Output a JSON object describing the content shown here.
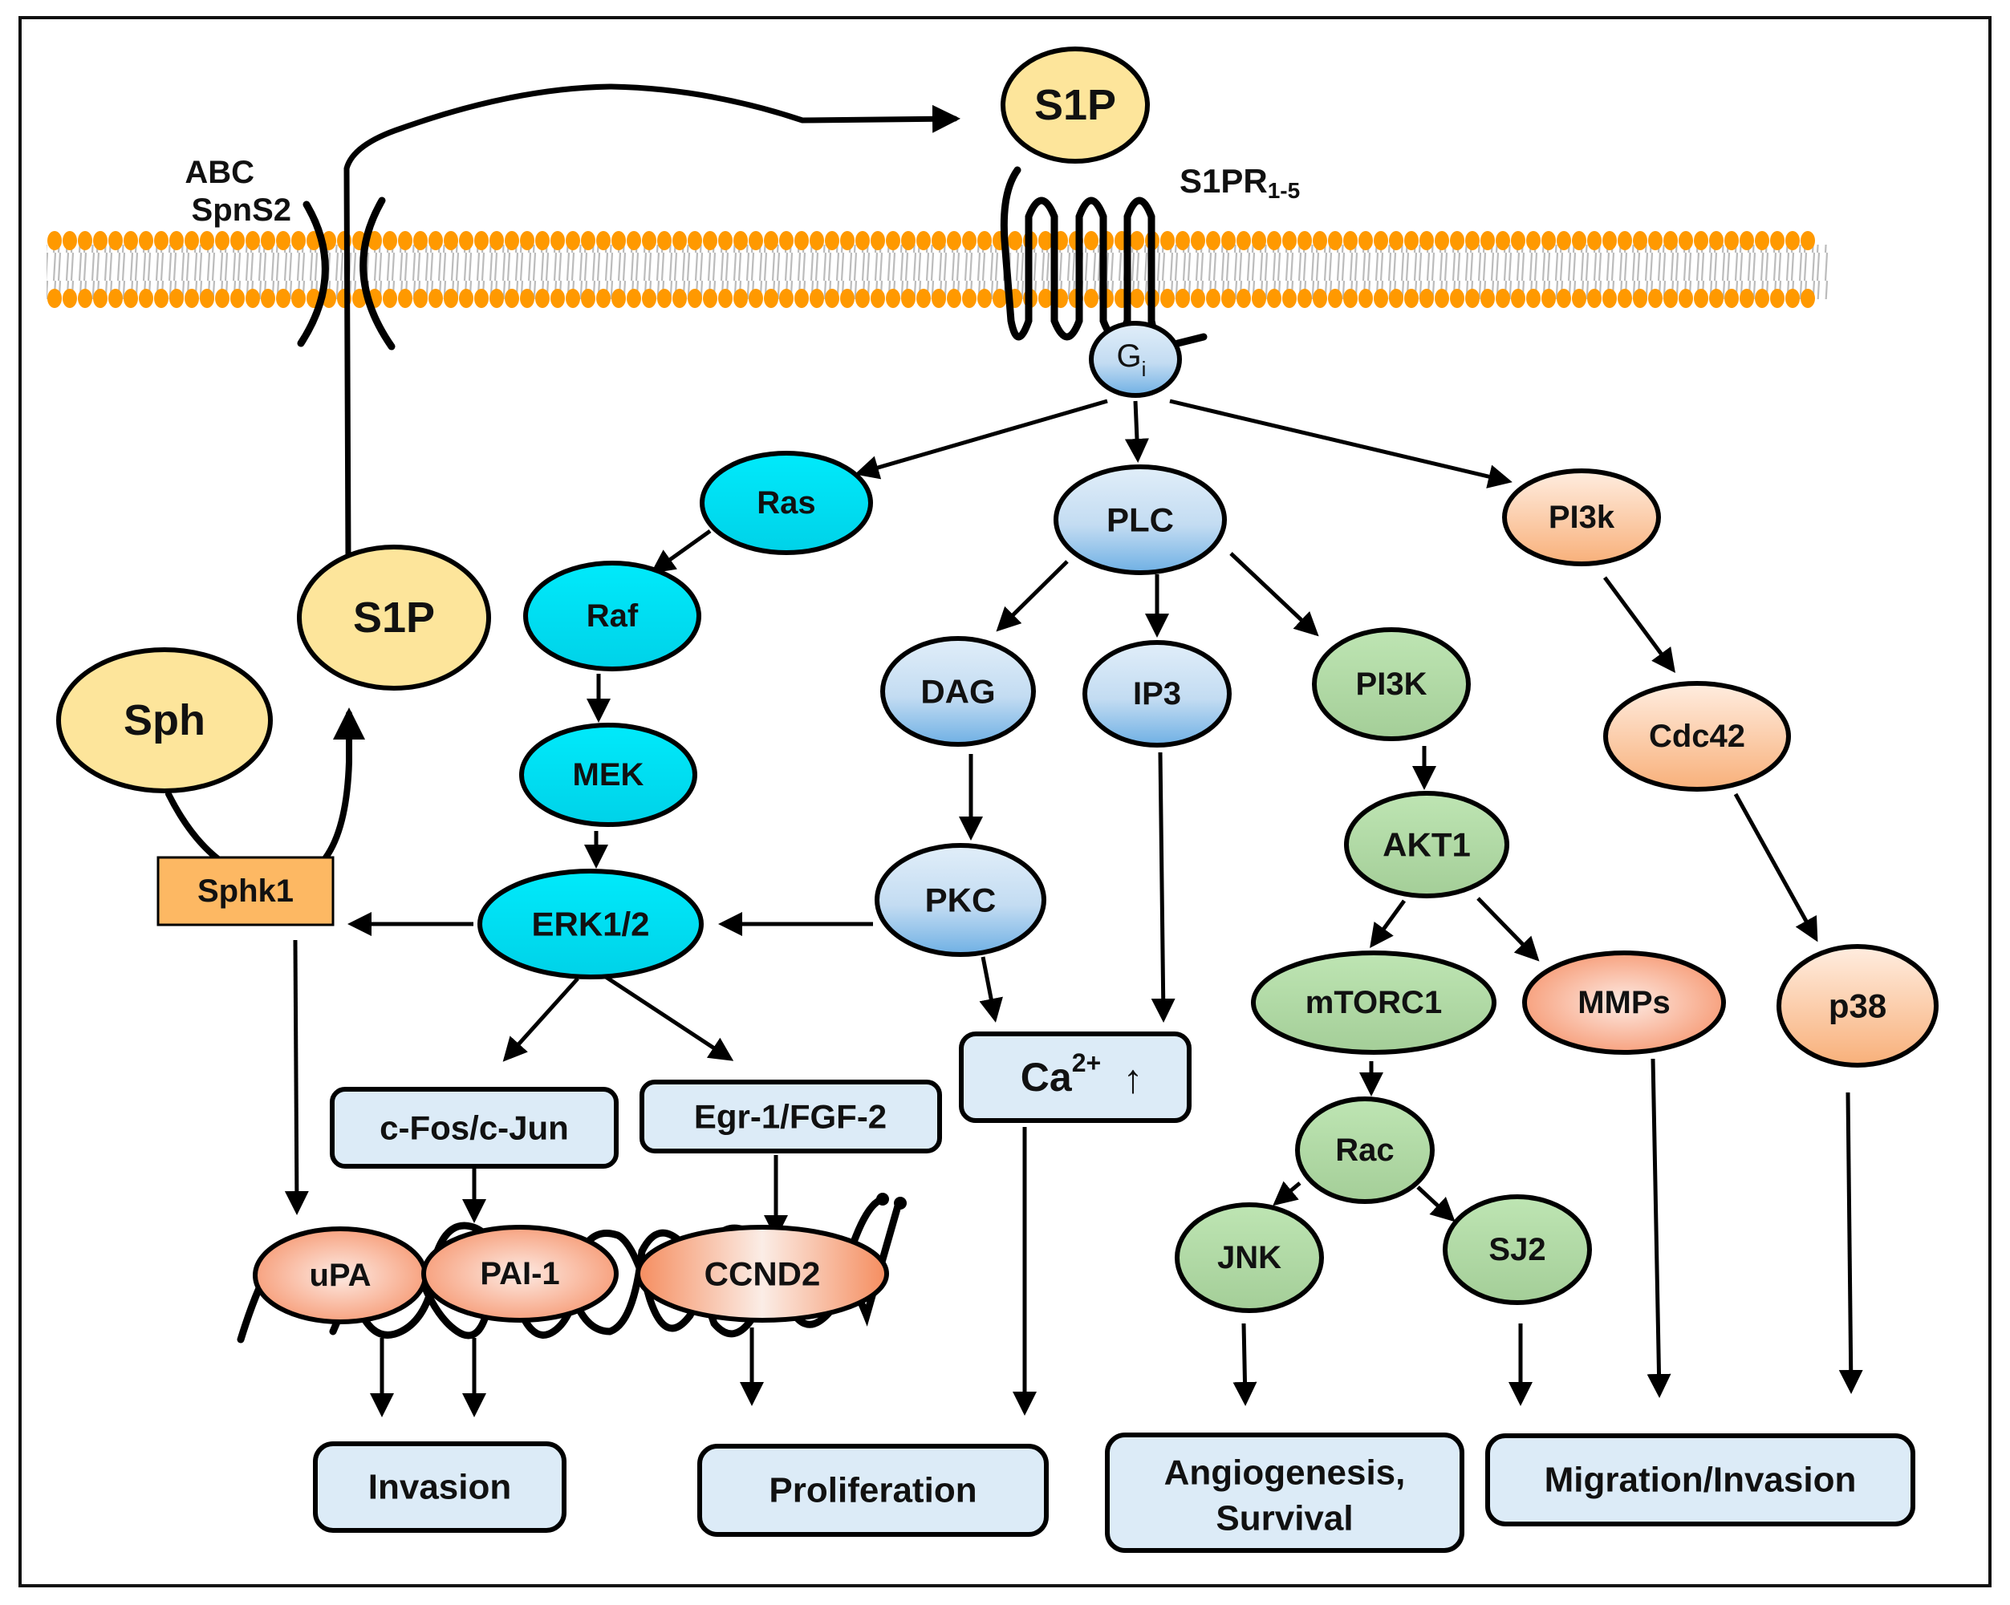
{
  "figure": {
    "type": "signaling-pathway-diagram",
    "membrane": {
      "head_color": "#FF9900",
      "tail_color": "#bdbdbd"
    },
    "transporter_label_line1": "ABC",
    "transporter_label_line2": "SpnS2",
    "receptor_label": "S1PR",
    "receptor_subscript": "1-5"
  },
  "colors": {
    "yellow": "#FDE59B",
    "cyan": "#00E4F5",
    "blue_top": "#DDEBF8",
    "blue_bottom": "#79B6E6",
    "green": "#B3DDA8",
    "peach_top": "#FFE5D2",
    "peach_bottom": "#F9B783",
    "salmon": "#F9A183",
    "orange_box": "#FDB863",
    "outcome_box": "#DCEBF7"
  },
  "nodes": {
    "s1p_extracellular": {
      "label": "S1P",
      "color": "yellow"
    },
    "gi": {
      "label": "G",
      "sub": "i",
      "color": "blue"
    },
    "ras": {
      "label": "Ras",
      "color": "cyan"
    },
    "plc": {
      "label": "PLC",
      "color": "blue"
    },
    "pi3k_orange": {
      "label": "PI3k",
      "color": "peach"
    },
    "raf": {
      "label": "Raf",
      "color": "cyan"
    },
    "mek": {
      "label": "MEK",
      "color": "cyan"
    },
    "erk": {
      "label": "ERK1/2",
      "color": "cyan"
    },
    "s1p_intracellular": {
      "label": "S1P",
      "color": "yellow"
    },
    "sph": {
      "label": "Sph",
      "color": "yellow"
    },
    "sphk1": {
      "label": "Sphk1",
      "color": "orange_box"
    },
    "dag": {
      "label": "DAG",
      "color": "blue"
    },
    "ip3": {
      "label": "IP3",
      "color": "blue"
    },
    "pi3k_green": {
      "label": "PI3K",
      "color": "green"
    },
    "pkc": {
      "label": "PKC",
      "color": "blue"
    },
    "ca": {
      "label": "Ca",
      "sup": "2+",
      "arrow": "↑",
      "color": "outcome_box"
    },
    "akt1": {
      "label": "AKT1",
      "color": "green"
    },
    "mtorc1": {
      "label": "mTORC1",
      "color": "green"
    },
    "mmps": {
      "label": "MMPs",
      "color": "salmon"
    },
    "cdc42": {
      "label": "Cdc42",
      "color": "peach"
    },
    "p38": {
      "label": "p38",
      "color": "peach"
    },
    "rac": {
      "label": "Rac",
      "color": "green"
    },
    "jnk": {
      "label": "JNK",
      "color": "green"
    },
    "sj2": {
      "label": "SJ2",
      "color": "green"
    },
    "cfos": {
      "label": "c-Fos/c-Jun",
      "color": "outcome_box"
    },
    "egr": {
      "label": "Egr-1/FGF-2",
      "color": "outcome_box"
    },
    "upa": {
      "label": "uPA",
      "color": "salmon"
    },
    "pai1": {
      "label": "PAI-1",
      "color": "salmon"
    },
    "ccnd2": {
      "label": "CCND2",
      "color": "salmon"
    }
  },
  "outcomes": {
    "invasion": "Invasion",
    "proliferation": "Proliferation",
    "angiogenesis_line1": "Angiogenesis,",
    "angiogenesis_line2": "Survival",
    "migration": "Migration/Invasion"
  },
  "edges": [
    [
      "s1p_intracellular",
      "s1p_extracellular"
    ],
    [
      "sph",
      "s1p_intracellular"
    ],
    [
      "gi",
      "ras"
    ],
    [
      "gi",
      "plc"
    ],
    [
      "gi",
      "pi3k_orange"
    ],
    [
      "ras",
      "raf"
    ],
    [
      "raf",
      "mek"
    ],
    [
      "mek",
      "erk"
    ],
    [
      "erk",
      "sphk1"
    ],
    [
      "pkc",
      "erk"
    ],
    [
      "plc",
      "dag"
    ],
    [
      "plc",
      "ip3"
    ],
    [
      "plc",
      "pi3k_green"
    ],
    [
      "dag",
      "pkc"
    ],
    [
      "pkc",
      "ca"
    ],
    [
      "ip3",
      "ca"
    ],
    [
      "pi3k_green",
      "akt1"
    ],
    [
      "akt1",
      "mtorc1"
    ],
    [
      "akt1",
      "mmps"
    ],
    [
      "mtorc1",
      "rac"
    ],
    [
      "rac",
      "jnk"
    ],
    [
      "rac",
      "sj2"
    ],
    [
      "pi3k_orange",
      "cdc42"
    ],
    [
      "cdc42",
      "p38"
    ],
    [
      "erk",
      "cfos"
    ],
    [
      "erk",
      "egr"
    ],
    [
      "sphk1",
      "upa"
    ],
    [
      "cfos",
      "pai1"
    ],
    [
      "egr",
      "ccnd2"
    ],
    [
      "upa",
      "invasion"
    ],
    [
      "pai1",
      "invasion"
    ],
    [
      "ccnd2",
      "proliferation"
    ],
    [
      "ca",
      "proliferation"
    ],
    [
      "jnk",
      "angiogenesis"
    ],
    [
      "sj2",
      "migration"
    ],
    [
      "mmps",
      "migration"
    ],
    [
      "p38",
      "migration"
    ]
  ]
}
